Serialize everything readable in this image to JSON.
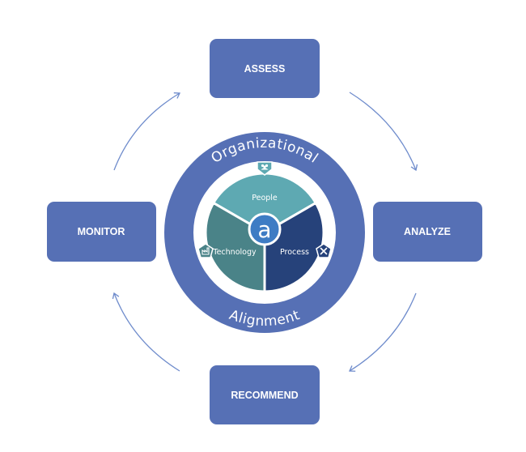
{
  "colors": {
    "background": "#ffffff",
    "step_box": "#5670b5",
    "ring": "#5670b5",
    "arrow": "#6f8ccc",
    "people": "#5ea9b2",
    "technology": "#4a8388",
    "process": "#26427a",
    "logo": "#3e7cc4",
    "text": "#ffffff"
  },
  "steps": [
    {
      "id": "assess",
      "label": "ASSESS"
    },
    {
      "id": "analyze",
      "label": "ANALYZE"
    },
    {
      "id": "recommend",
      "label": "RECOMMEND"
    },
    {
      "id": "monitor",
      "label": "MONITOR"
    }
  ],
  "cycle_direction": "clockwise",
  "ring": {
    "top_text": "Organizational",
    "bottom_text": "Alignment"
  },
  "slices": [
    {
      "id": "people",
      "label": "People",
      "icon": "people-icon"
    },
    {
      "id": "process",
      "label": "Process",
      "icon": "tools-icon"
    },
    {
      "id": "technology",
      "label": "Technology",
      "icon": "factory-icon"
    }
  ],
  "logo": {
    "letter": "a",
    "icon": "brand-logo-icon"
  }
}
